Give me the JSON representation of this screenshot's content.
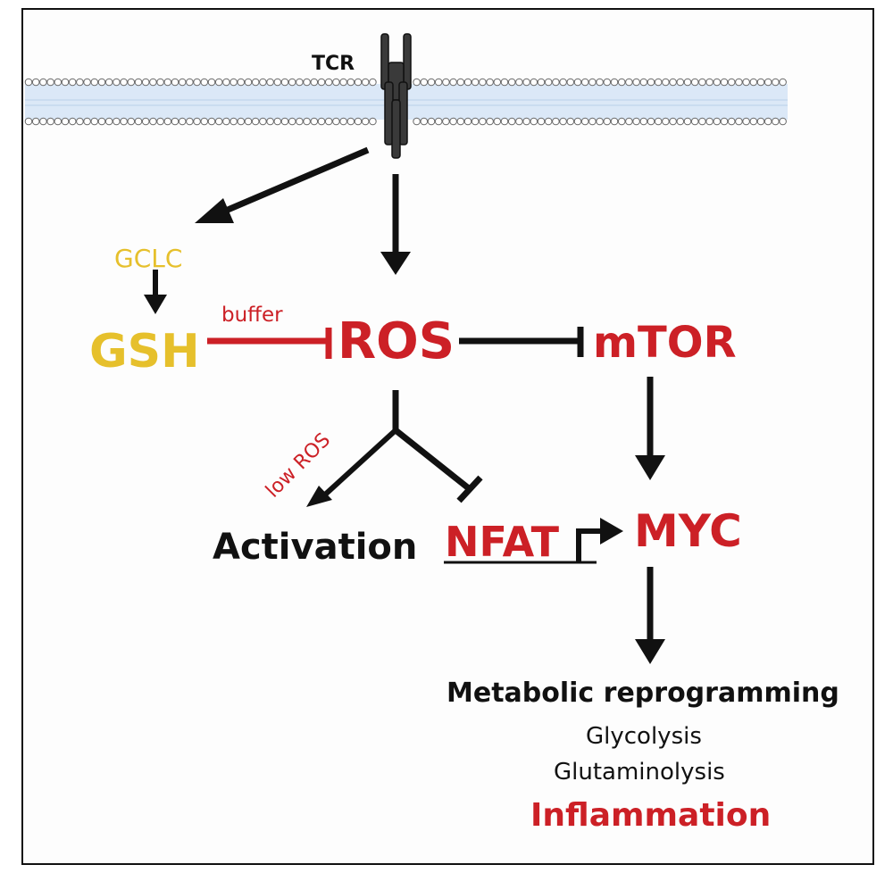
{
  "labels": {
    "tcr": "TCR",
    "gclc": "GCLC",
    "gsh": "GSH",
    "buffer": "buffer",
    "ros": "ROS",
    "mtor": "mTOR",
    "low_ros": "low ROS",
    "activation": "Activation",
    "nfat": "NFAT",
    "myc": "MYC",
    "metabolic_reprogramming": "Metabolic reprogramming",
    "glycolysis": "Glycolysis",
    "glutaminolysis": "Glutaminolysis",
    "inflammation": "Inflammation"
  },
  "colors": {
    "red": "#cc2026",
    "yellow": "#e6c02c",
    "black": "#111111",
    "membrane_fill": "#dbe8f7"
  }
}
